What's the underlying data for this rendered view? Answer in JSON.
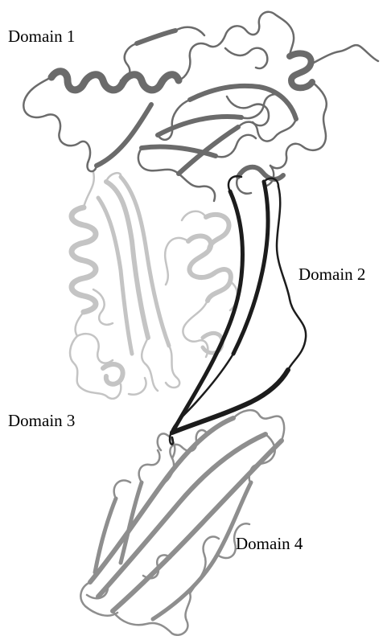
{
  "labels": {
    "domain1": "Domain 1",
    "domain2": "Domain 2",
    "domain3": "Domain 3",
    "domain4": "Domain 4"
  },
  "colors": {
    "domain1": "#6b6b6b",
    "domain2": "#1c1c1c",
    "domain3": "#c4c4c4",
    "domain4": "#8e8e8e",
    "background": "#ffffff"
  }
}
